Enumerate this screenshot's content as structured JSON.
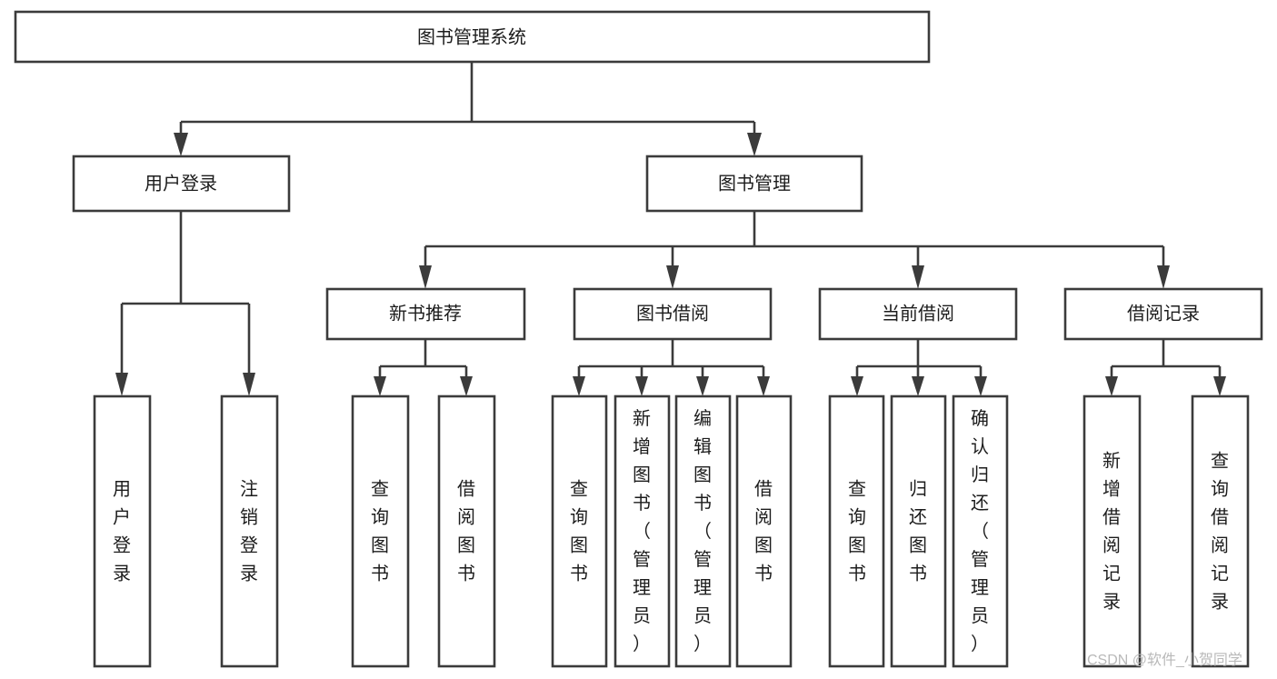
{
  "diagram": {
    "title": "图书管理系统",
    "type": "tree-hierarchy",
    "orientation": "top-down",
    "colors": {
      "box_fill": "#ffffff",
      "box_stroke": "#3b3b3b",
      "text": "#1c1c1c",
      "background": "#ffffff",
      "watermark": "#b9b9b9"
    },
    "levels": {
      "root": {
        "label": "图书管理系统"
      },
      "level2": [
        {
          "label": "用户登录"
        },
        {
          "label": "图书管理"
        }
      ],
      "level3": [
        {
          "label": "新书推荐"
        },
        {
          "label": "图书借阅"
        },
        {
          "label": "当前借阅"
        },
        {
          "label": "借阅记录"
        }
      ],
      "leaves_user_login": [
        {
          "label": "用户登录"
        },
        {
          "label": "注销登录"
        }
      ],
      "leaves_new_book": [
        {
          "label": "查询图书"
        },
        {
          "label": "借阅图书"
        }
      ],
      "leaves_borrow": [
        {
          "label": "查询图书"
        },
        {
          "label": "新增图书（管理员）"
        },
        {
          "label": "编辑图书（管理员）"
        },
        {
          "label": "借阅图书"
        }
      ],
      "leaves_current": [
        {
          "label": "查询图书"
        },
        {
          "label": "归还图书"
        },
        {
          "label": "确认归还（管理员）"
        }
      ],
      "leaves_record": [
        {
          "label": "新增借阅记录"
        },
        {
          "label": "查询借阅记录"
        }
      ]
    }
  },
  "watermark": {
    "text": "CSDN @软件_小贺同学"
  }
}
